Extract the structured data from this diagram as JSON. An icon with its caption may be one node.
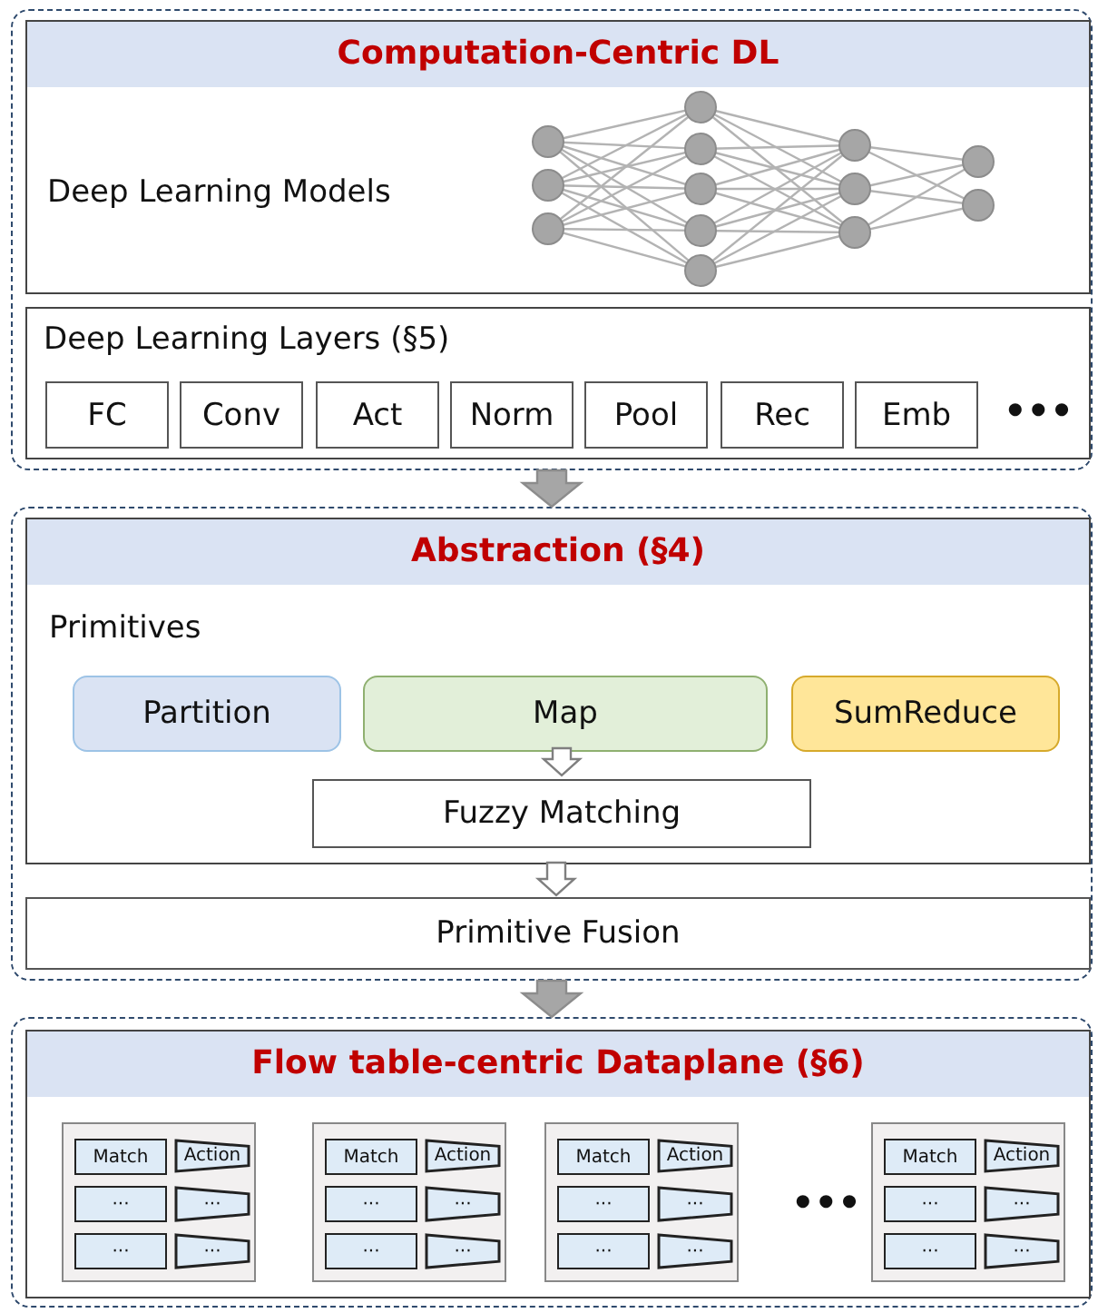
{
  "diagram": {
    "nodes": [
      {
        "text": [],
        "shape": "box"
      },
      {
        "text": [
          "Computation-Centric DL",
          "Deep Learning Models"
        ],
        "in": 0
      },
      {
        "text": [
          "Deep Learning Layers (§5)"
        ],
        "in": 0
      },
      {
        "text": [
          "FC"
        ],
        "in": 2
      },
      {
        "text": [
          "Conv"
        ],
        "in": 2
      },
      {
        "text": [
          "Act"
        ],
        "in": 2
      },
      {
        "text": [
          "Norm"
        ],
        "in": 2
      },
      {
        "text": [
          "Pool"
        ],
        "in": 2
      },
      {
        "text": [
          "Rec"
        ],
        "in": 2
      },
      {
        "text": [
          "Emb"
        ],
        "in": 2
      },
      {
        "text": [],
        "shape": "box"
      },
      {
        "text": [
          "Abstraction (§4)",
          "Primitives"
        ],
        "in": 10
      },
      {
        "text": [
          "Partition"
        ],
        "in": 11
      },
      {
        "text": [
          "Map"
        ],
        "in": 11
      },
      {
        "text": [
          "SumReduce"
        ],
        "in": 11
      },
      {
        "text": [
          "Fuzzy Matching"
        ],
        "in": 11
      },
      {
        "text": [
          "Primitive Fusion"
        ],
        "in": 10
      },
      {
        "text": [],
        "shape": "box"
      },
      {
        "text": [
          "Flow table-centric Dataplane (§6)"
        ],
        "in": 17
      },
      {
        "text": [],
        "shape": "box",
        "in": 18
      },
      {
        "text": [
          "Match"
        ],
        "in": 19
      },
      {
        "text": [
          "Action"
        ],
        "in": 19
      },
      {
        "text": [
          "···"
        ],
        "in": 19
      },
      {
        "text": [
          "···"
        ],
        "in": 19
      },
      {
        "text": [
          "···"
        ],
        "in": 19
      },
      {
        "text": [
          "···"
        ],
        "in": 19
      },
      {
        "text": [],
        "shape": "box",
        "in": 18
      },
      {
        "text": [
          "Match"
        ],
        "in": 26
      },
      {
        "text": [
          "Action"
        ],
        "in": 26
      },
      {
        "text": [
          "···"
        ],
        "in": 26
      },
      {
        "text": [
          "···"
        ],
        "in": 26
      },
      {
        "text": [
          "···"
        ],
        "in": 26
      },
      {
        "text": [
          "···"
        ],
        "in": 26
      },
      {
        "text": [],
        "shape": "box",
        "in": 18
      },
      {
        "text": [
          "Match"
        ],
        "in": 33
      },
      {
        "text": [
          "Action"
        ],
        "in": 33
      },
      {
        "text": [
          "···"
        ],
        "in": 33
      },
      {
        "text": [
          "···"
        ],
        "in": 33
      },
      {
        "text": [
          "···"
        ],
        "in": 33
      },
      {
        "text": [
          "···"
        ],
        "in": 33
      },
      {
        "text": [],
        "shape": "box",
        "in": 18
      },
      {
        "text": [
          "Match"
        ],
        "in": 40
      },
      {
        "text": [
          "Action"
        ],
        "in": 40
      },
      {
        "text": [
          "···"
        ],
        "in": 40
      },
      {
        "text": [
          "···"
        ],
        "in": 40
      },
      {
        "text": [
          "···"
        ],
        "in": 40
      },
      {
        "text": [
          "···"
        ],
        "in": 40
      }
    ],
    "edges": [
      {
        "from": 0,
        "to": 10,
        "arrow": "to",
        "style": "thick",
        "color": "#a6a6a6"
      },
      {
        "from": 13,
        "to": 15,
        "arrow": "to"
      },
      {
        "from": 11,
        "to": 16,
        "arrow": "to"
      },
      {
        "from": 10,
        "to": 17,
        "arrow": "to",
        "style": "thick",
        "color": "#a6a6a6"
      }
    ],
    "labels": [
      "•••",
      "•••"
    ]
  }
}
